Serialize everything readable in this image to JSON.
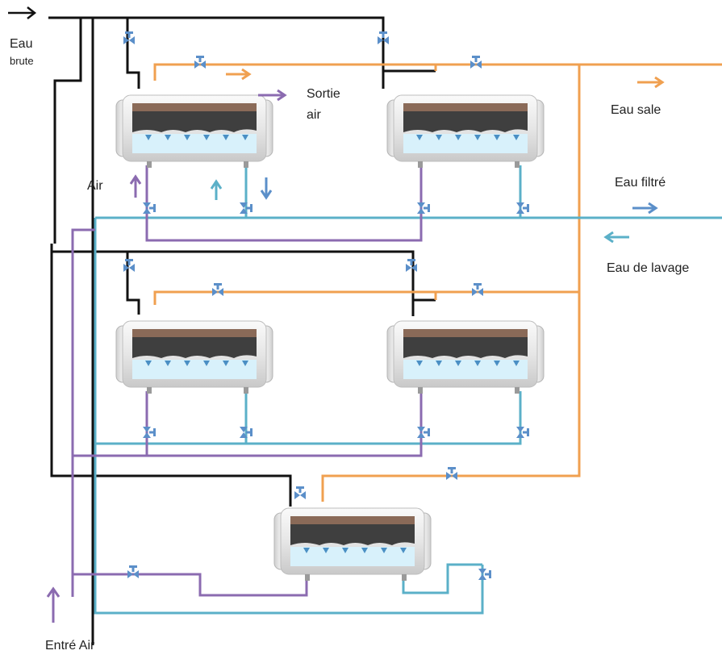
{
  "labels": {
    "raw_water_line1": "Eau",
    "raw_water_line2": "brute",
    "air_out_line1": "Sortie",
    "air_out_line2": "air",
    "dirty_water": "Eau sale",
    "air": "Air",
    "filtered_water": "Eau filtré",
    "wash_water": "Eau de lavage",
    "air_inlet": "Entré Air"
  },
  "colors": {
    "raw_water_pipe": "#111111",
    "dirty_water_pipe": "#f0a050",
    "filtered_water_pipe": "#5bb0c8",
    "air_pipe": "#8b6bb0",
    "valve": "#5b8fc9",
    "tank_shell": "#e8e8e8",
    "filter_brown": "#8a6a58",
    "filter_dark": "#3f3f3f",
    "water": "#d8f1fb"
  },
  "tanks": [
    {
      "id": "filter-1"
    },
    {
      "id": "filter-2"
    },
    {
      "id": "filter-3"
    },
    {
      "id": "filter-4"
    },
    {
      "id": "filter-5"
    }
  ]
}
